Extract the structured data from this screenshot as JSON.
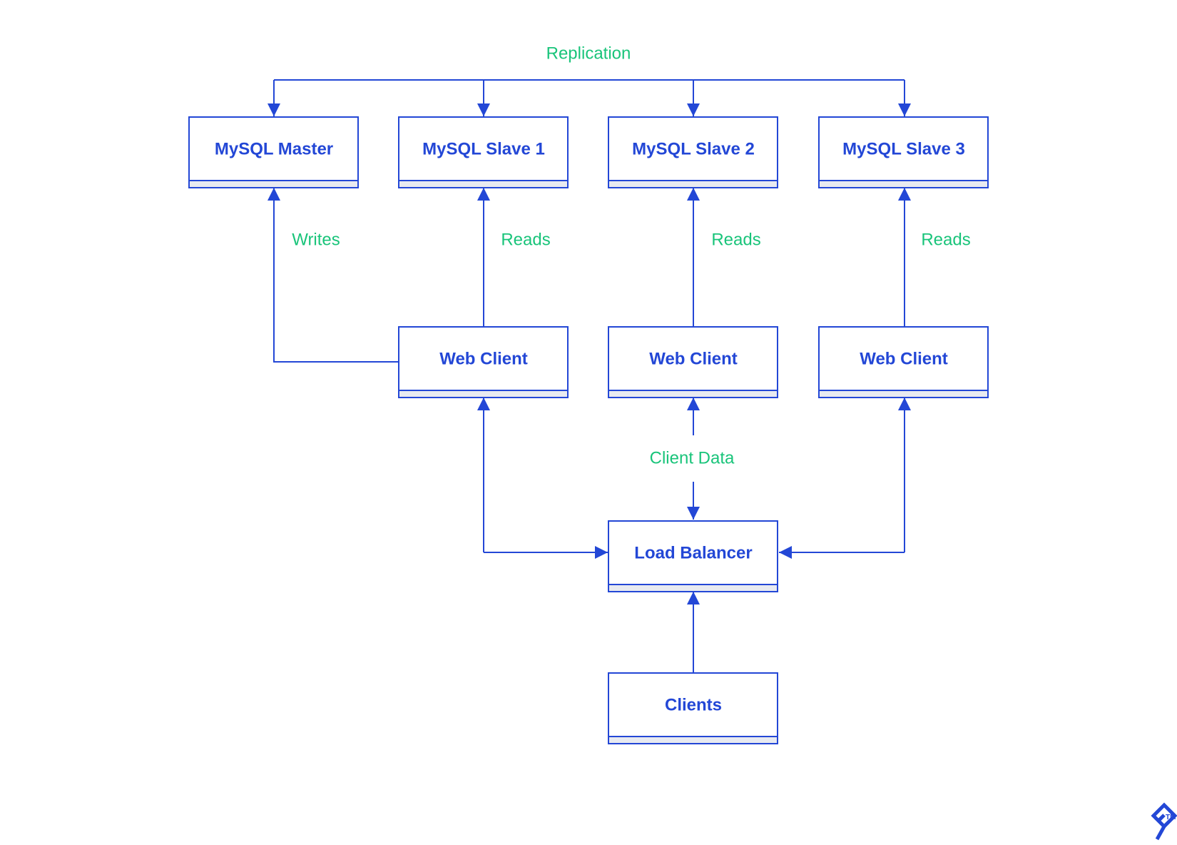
{
  "colors": {
    "node_stroke": "#2347d6",
    "node_text": "#2347d6",
    "node_band": "#e8eaf0",
    "edge_label": "#19c47a"
  },
  "nodes": {
    "mysql_master": "MySQL Master",
    "mysql_slave_1": "MySQL Slave 1",
    "mysql_slave_2": "MySQL Slave 2",
    "mysql_slave_3": "MySQL Slave 3",
    "web_client_1": "Web Client",
    "web_client_2": "Web Client",
    "web_client_3": "Web Client",
    "load_balancer": "Load Balancer",
    "clients": "Clients"
  },
  "edge_labels": {
    "replication": "Replication",
    "writes": "Writes",
    "reads_1": "Reads",
    "reads_2": "Reads",
    "reads_3": "Reads",
    "client_data": "Client Data"
  },
  "logo": {
    "icon": "brand-logo-icon",
    "trademark": "TM"
  }
}
